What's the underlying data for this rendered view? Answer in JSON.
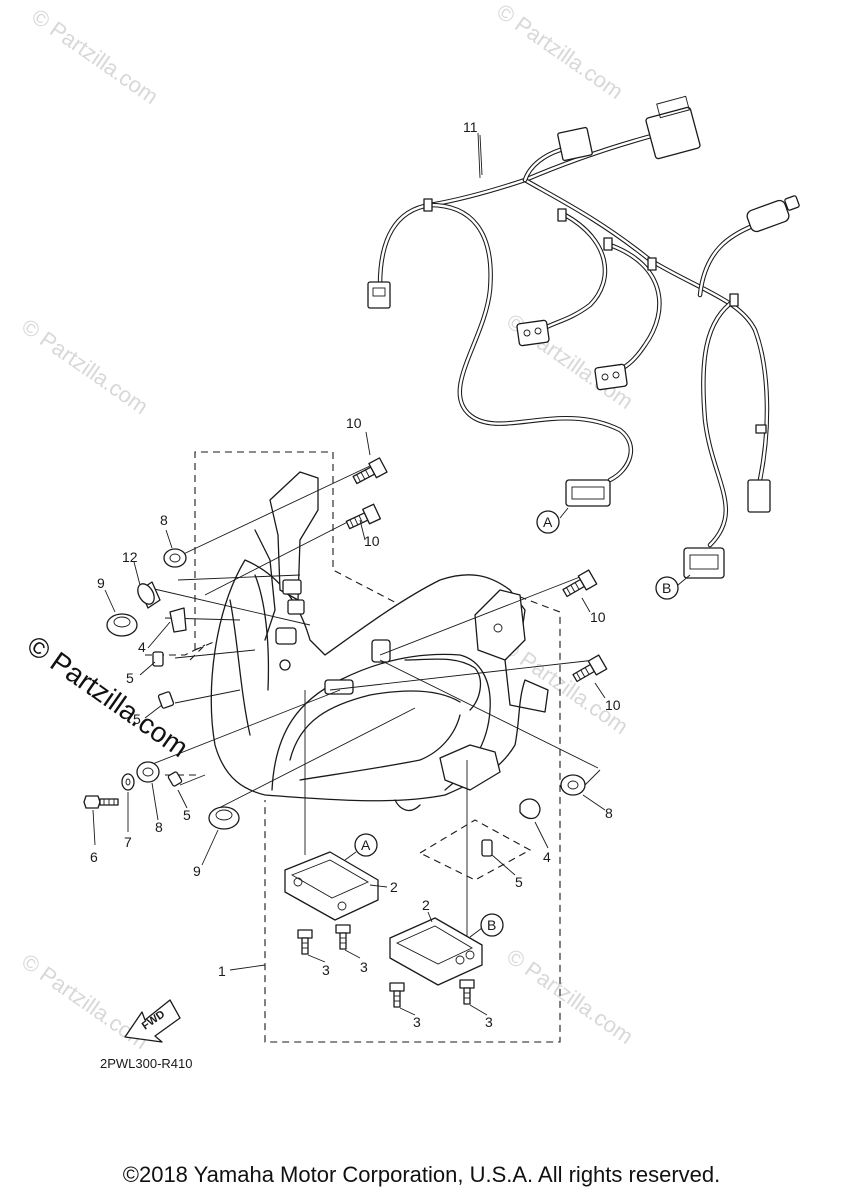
{
  "watermark": "© Partzilla.com",
  "diagram_code": "2PWL300-R410",
  "fwd_label": "FWD",
  "copyright": "©2018 Yamaha Motor Corporation, U.S.A. All rights reserved.",
  "callouts": [
    {
      "id": "A",
      "label": "A"
    },
    {
      "id": "B",
      "label": "B"
    }
  ],
  "part_numbers": {
    "p1": "1",
    "p2": "2",
    "p3": "3",
    "p4": "4",
    "p5": "5",
    "p6": "6",
    "p7": "7",
    "p8": "8",
    "p9": "9",
    "p10": "10",
    "p11": "11",
    "p12": "12"
  }
}
